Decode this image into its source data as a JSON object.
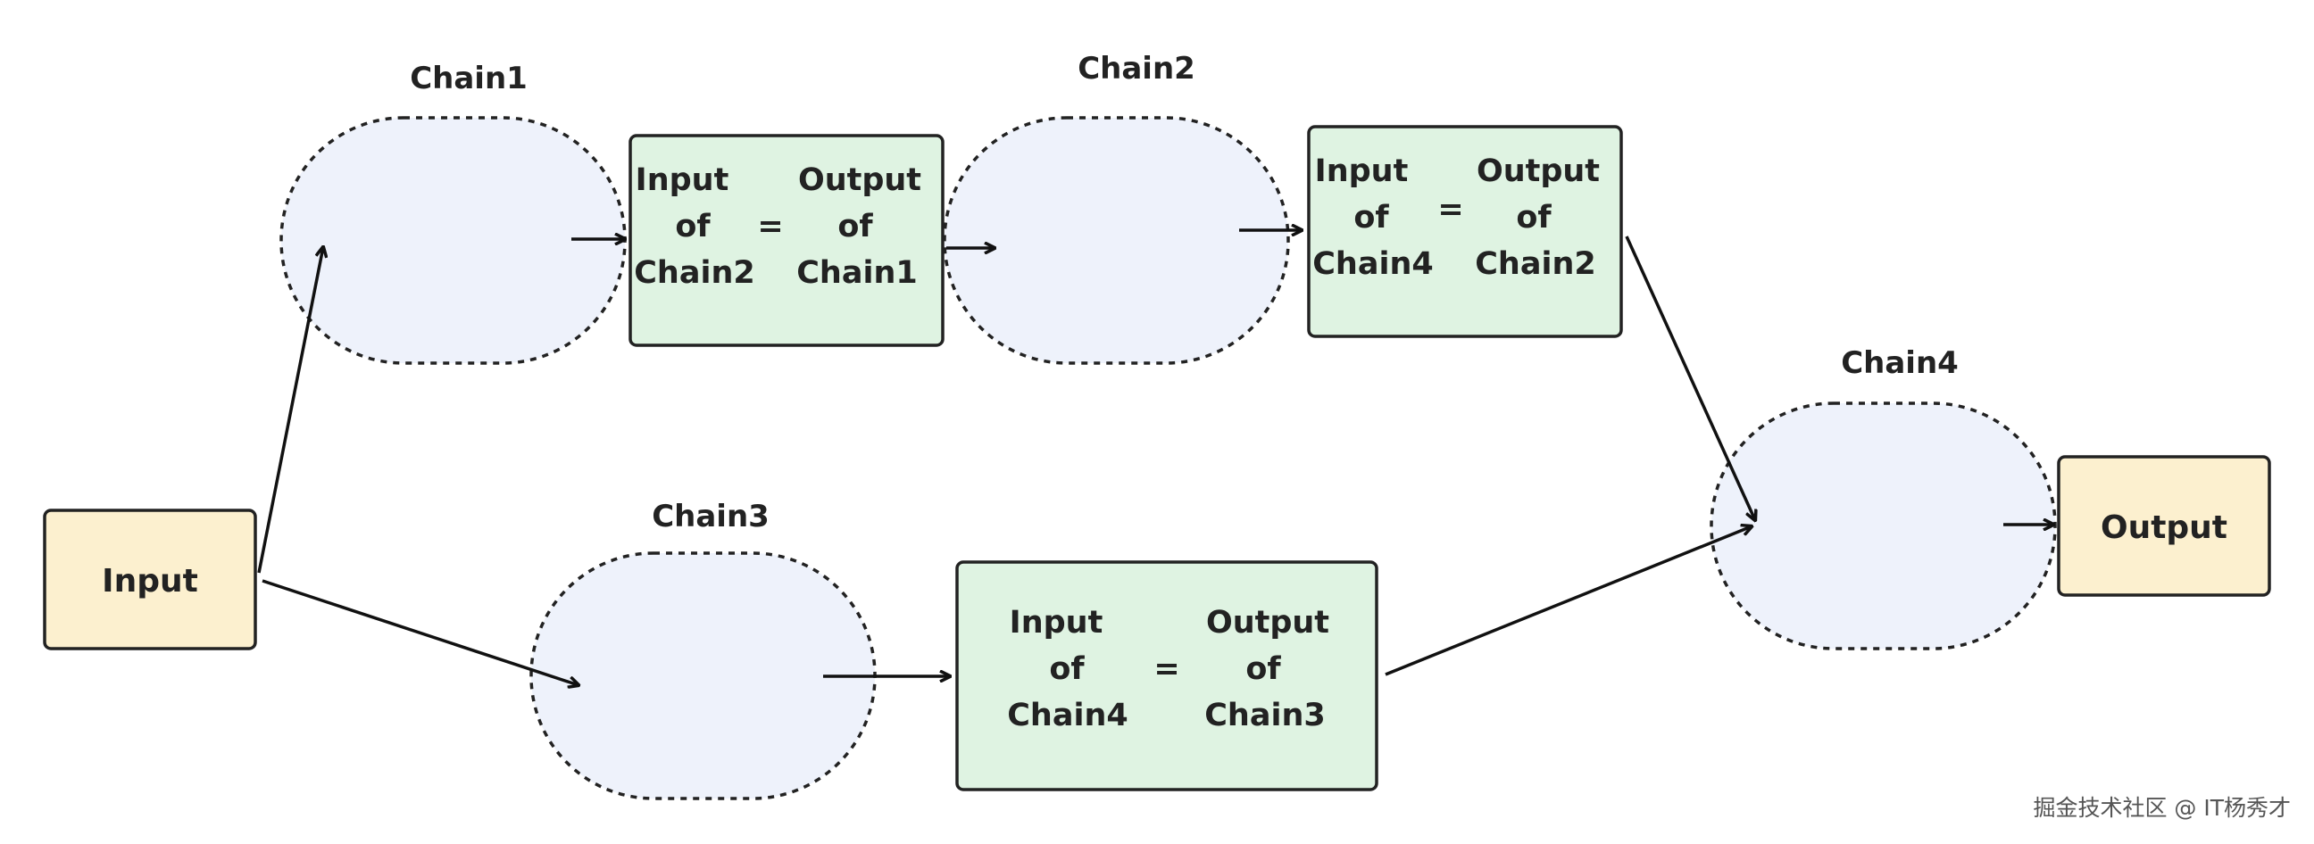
{
  "chains": {
    "chain1": "Chain1",
    "chain2": "Chain2",
    "chain3": "Chain3",
    "chain4": "Chain4"
  },
  "nodes": {
    "input": "Input",
    "output": "Output"
  },
  "equations": {
    "eq1": {
      "left": [
        "Input",
        "of",
        "Chain2"
      ],
      "op": "=",
      "right": [
        "Output",
        "of",
        "Chain1"
      ]
    },
    "eq2": {
      "left": [
        "Input",
        "of",
        "Chain4"
      ],
      "op": "=",
      "right": [
        "Output",
        "of",
        "Chain2"
      ]
    },
    "eq3": {
      "left": [
        "Input",
        "of",
        "Chain4"
      ],
      "op": "=",
      "right": [
        "Output",
        "of",
        "Chain3"
      ]
    }
  },
  "watermark": "掘金技术社区 @ IT杨秀才",
  "colors": {
    "chain_fill": "#eef2fb",
    "equation_fill": "#dff3e2",
    "io_fill": "#fcf0cf",
    "stroke": "#222222"
  }
}
